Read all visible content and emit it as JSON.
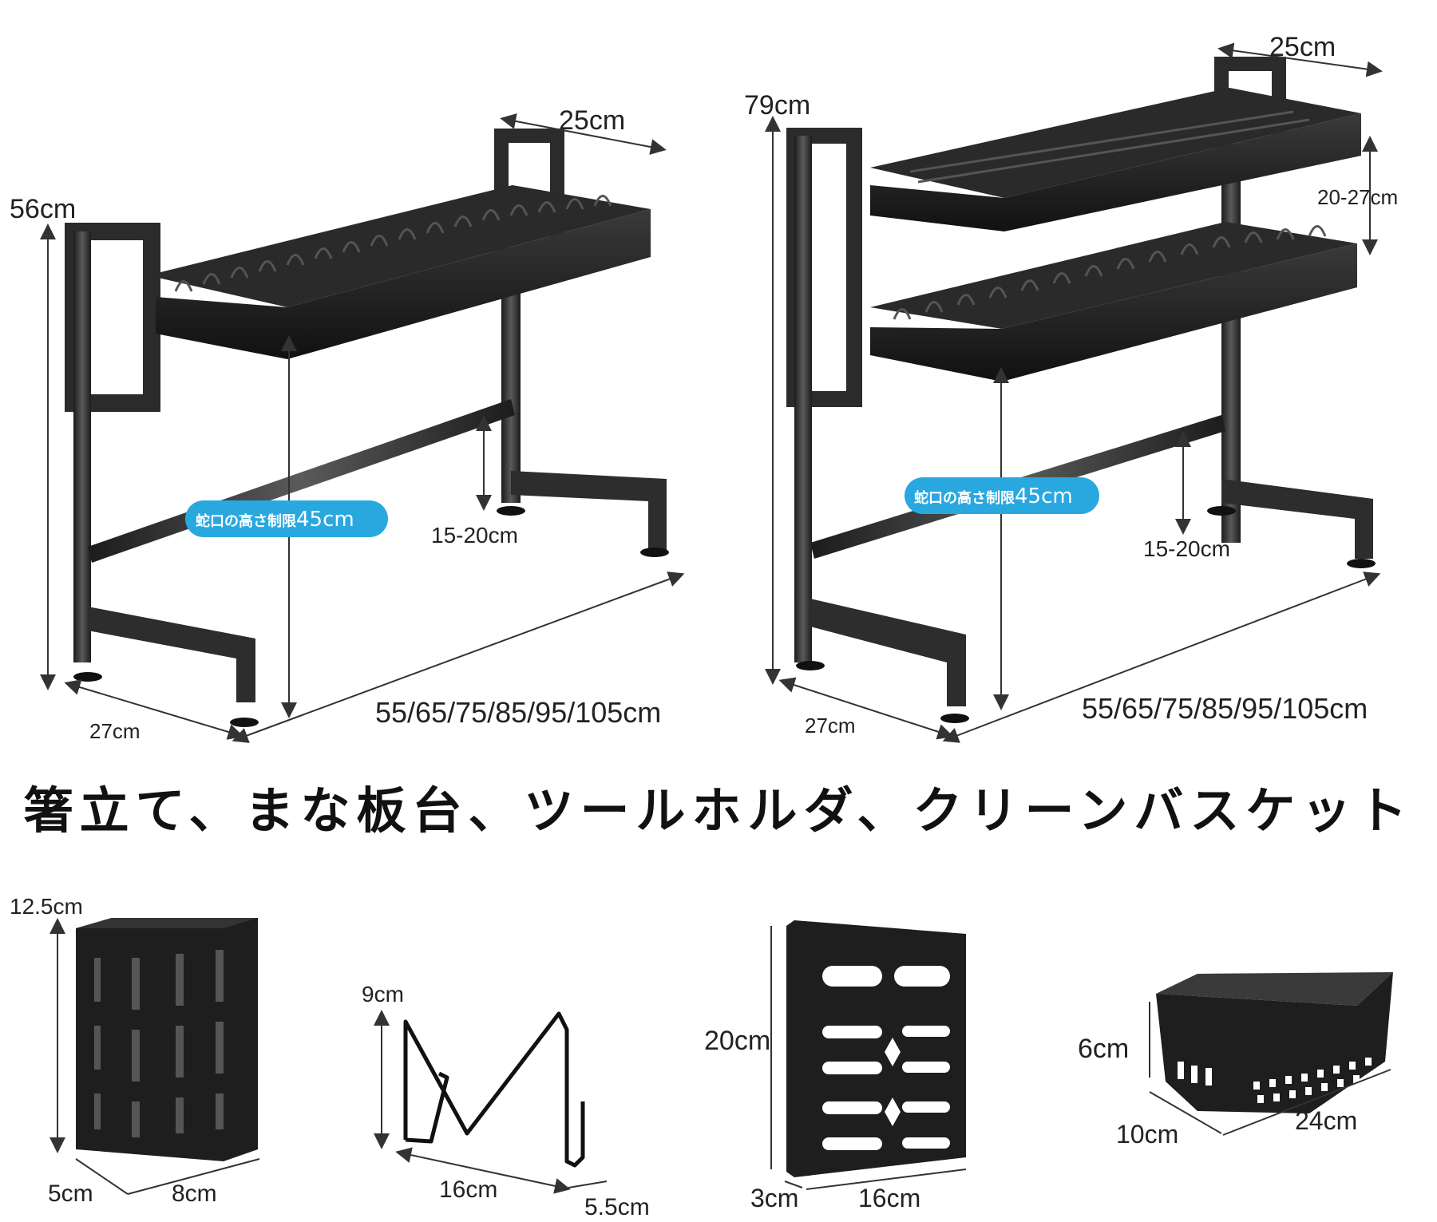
{
  "rack_1": {
    "height": "56cm",
    "depth_top": "25cm",
    "faucet_label": "蛇口の高さ制限",
    "faucet_value": "45cm",
    "leg_adjust": "15-20cm",
    "width": "55/65/75/85/95/105cm",
    "depth": "27cm"
  },
  "rack_2": {
    "height": "79cm",
    "depth_top": "25cm",
    "shelf_gap": "20-27cm",
    "faucet_label": "蛇口の高さ制限",
    "faucet_value": "45cm",
    "leg_adjust": "15-20cm",
    "width": "55/65/75/85/95/105cm",
    "depth": "27cm"
  },
  "heading": "箸立て、まな板台、ツールホルダ、クリーンバスケット",
  "accessories": {
    "chopstick_holder": {
      "height": "12.5cm",
      "depth": "5cm",
      "width": "8cm"
    },
    "board_stand": {
      "height": "9cm",
      "width": "16cm",
      "depth": "5.5cm"
    },
    "tool_holder": {
      "height": "20cm",
      "depth": "3cm",
      "width": "16cm"
    },
    "basket": {
      "height": "6cm",
      "depth": "10cm",
      "width": "24cm"
    }
  },
  "colors": {
    "frame": "#2b2b2b",
    "badge": "#29a8e0"
  }
}
